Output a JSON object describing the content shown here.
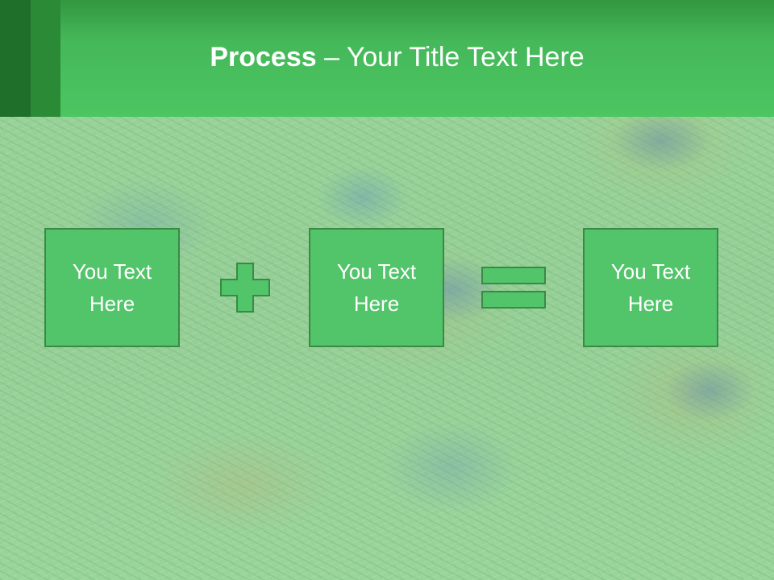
{
  "slide": {
    "title_bold": "Process",
    "title_rest": " – Your Title Text Here"
  },
  "steps": [
    {
      "line1": "You Text",
      "line2": "Here"
    },
    {
      "line1": "You Text",
      "line2": "Here"
    },
    {
      "line1": "You Text",
      "line2": "Here"
    }
  ],
  "operators": [
    "plus-icon",
    "equals-icon"
  ],
  "colors": {
    "header_green": "#4cc661",
    "box_fill": "#52c46a",
    "box_border": "#3a8a45",
    "operator_fill": "#52c46a"
  }
}
